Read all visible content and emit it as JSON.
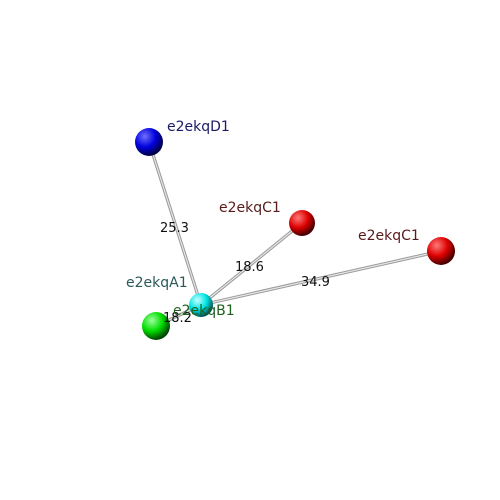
{
  "nodes": [
    {
      "id": "D1",
      "label": "e2ekqD1",
      "color": "#0000dd",
      "label_color": "#1a1a66"
    },
    {
      "id": "C1a",
      "label": "e2ekqC1",
      "color": "#dd0000",
      "label_color": "#5a1a1a"
    },
    {
      "id": "C1b",
      "label": "e2ekqC1",
      "color": "#dd0000",
      "label_color": "#5a1a1a"
    },
    {
      "id": "A1",
      "label": "e2ekqA1",
      "color": "#00ee00",
      "label_color": "#2a5a5a"
    },
    {
      "id": "B1",
      "label": "e2ekqB1",
      "color": "#00e5e5",
      "label_color": "#1f5f1f"
    }
  ],
  "edges": [
    {
      "from": "B1",
      "to": "D1",
      "label": "25.3"
    },
    {
      "from": "B1",
      "to": "C1a",
      "label": "18.6"
    },
    {
      "from": "B1",
      "to": "C1b",
      "label": "34.9"
    },
    {
      "from": "B1",
      "to": "A1",
      "label": "18.2"
    }
  ]
}
